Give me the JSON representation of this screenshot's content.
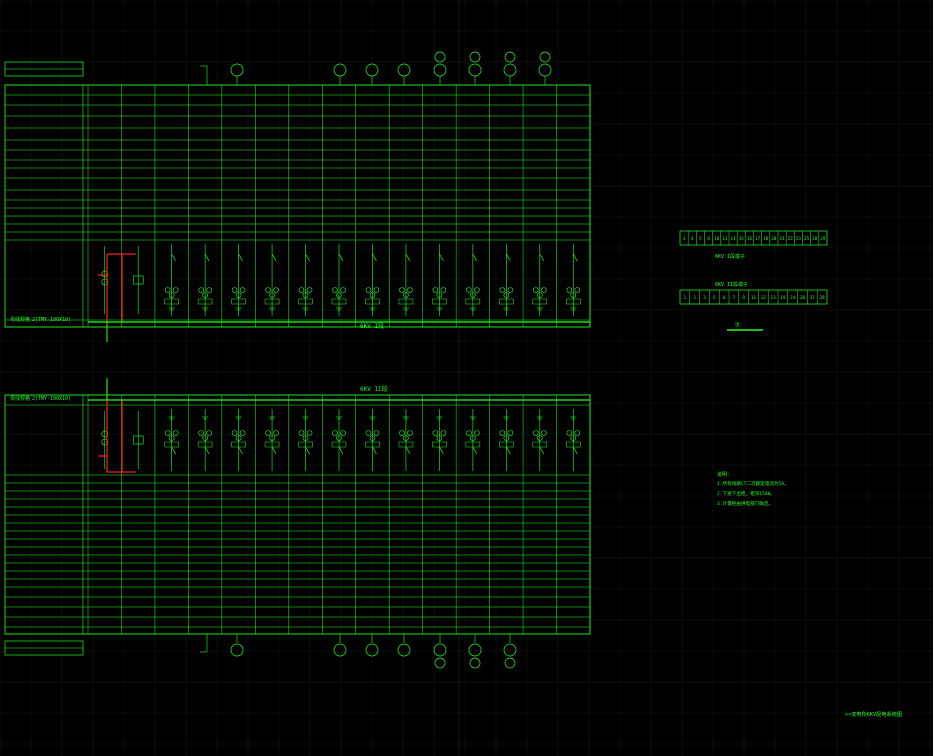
{
  "colors": {
    "background": "#000000",
    "grid": "#2a2a2a",
    "line": "#22ff22",
    "busbar": "#ff2020",
    "text": "#22ff22"
  },
  "labels": {
    "bus_top": "6KV I段",
    "bus_bottom": "6KV II段",
    "row_top_bus": "2(TMY-100X10)",
    "row_bottom_bus": "2(TMY-100X10)",
    "row_bus_label_left_top": "母线规格",
    "row_bus_label_left_bottom": "母线规格"
  },
  "top_feeders": [
    "",
    "",
    "",
    "",
    "",
    "",
    "",
    "",
    "",
    "",
    "",
    "",
    "",
    "",
    "",
    "",
    "",
    "",
    ""
  ],
  "bottom_feeders": [
    "",
    "",
    "",
    "",
    "",
    "",
    "",
    "",
    "",
    "",
    "",
    "",
    "",
    "",
    "",
    "",
    "",
    "",
    ""
  ],
  "right_panel": {
    "strip_top_label": "6KV I段端子",
    "strip_top_cells": [
      "3",
      "4",
      "5",
      "8",
      "10",
      "13",
      "14",
      "15",
      "16",
      "17",
      "18",
      "20",
      "21",
      "22",
      "23",
      "25",
      "28",
      "29"
    ],
    "strip_bottom_label": "6KV II段端子",
    "strip_bottom_cells": [
      "1",
      "2",
      "3",
      "5",
      "6",
      "7",
      "9",
      "11",
      "12",
      "13",
      "19",
      "24",
      "26",
      "27",
      "28"
    ],
    "legend_label": "注：",
    "notes_title": "说明：",
    "notes": [
      "1.所有线路CT二次额定电流为5A。",
      "2.下进下出柜，柜深1500。",
      "3.计量柜由供电部门确定。"
    ],
    "title_block": "××变电所6KV配电系统图"
  }
}
